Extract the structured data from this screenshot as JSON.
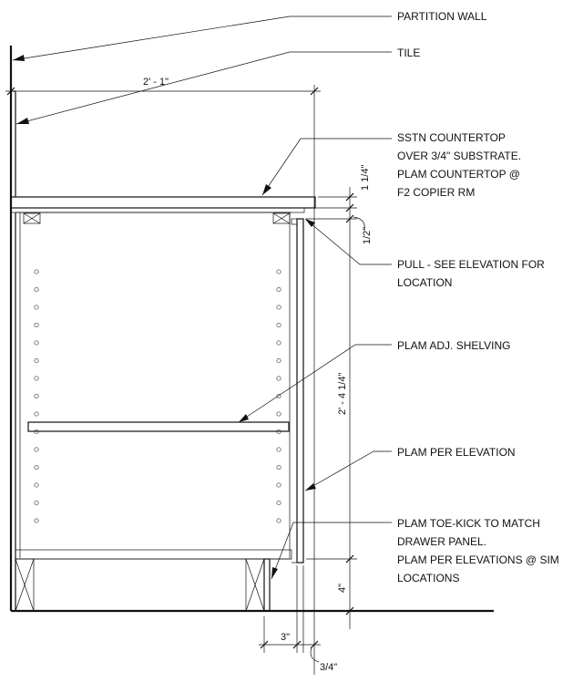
{
  "notes": {
    "partition_wall": "PARTITION WALL",
    "tile": "TILE",
    "countertop": [
      "SSTN COUNTERTOP",
      "OVER 3/4\" SUBSTRATE.",
      "PLAM COUNTERTOP @",
      "F2 COPIER RM"
    ],
    "pull": [
      "PULL - SEE ELEVATION FOR",
      "LOCATION"
    ],
    "shelving": "PLAM ADJ. SHELVING",
    "plam_elevation": "PLAM PER ELEVATION",
    "toe_kick": [
      "PLAM TOE-KICK TO MATCH",
      "DRAWER PANEL.",
      "PLAM PER ELEVATIONS @ SIM",
      "LOCATIONS"
    ]
  },
  "dimensions": {
    "overall_depth": "2' - 1\"",
    "countertop_thickness": "1 1/4\"",
    "reveal": "1/2\"",
    "cabinet_height": "2' - 4 1/4\"",
    "toe_kick_height": "4\"",
    "toe_kick_setback": "3\"",
    "door_thickness": "3/4\""
  }
}
